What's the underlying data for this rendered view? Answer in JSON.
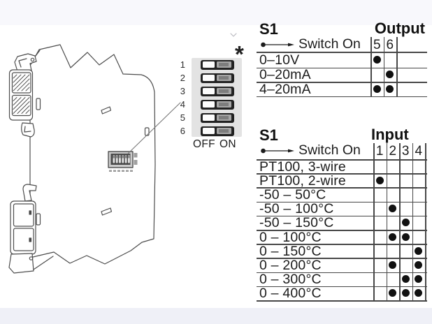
{
  "dip_panel": {
    "off_label": "OFF",
    "on_label": "ON",
    "asterisk_note": "*",
    "switches": [
      {
        "number": "1",
        "state": "off"
      },
      {
        "number": "2",
        "state": "off"
      },
      {
        "number": "3",
        "state": "off"
      },
      {
        "number": "4",
        "state": "off"
      },
      {
        "number": "5",
        "state": "off"
      },
      {
        "number": "6",
        "state": "off"
      }
    ]
  },
  "output_table": {
    "title": "S1",
    "header": "Output",
    "switch_on_label": "Switch On",
    "columns": [
      "5",
      "6"
    ],
    "rows": [
      {
        "label": "0–10V",
        "on_switches": [
          "5"
        ]
      },
      {
        "label": "0–20mA",
        "on_switches": [
          "6"
        ]
      },
      {
        "label": "4–20mA",
        "on_switches": [
          "5",
          "6"
        ]
      }
    ]
  },
  "input_table": {
    "title": "S1",
    "header": "Input",
    "switch_on_label": "Switch On",
    "columns": [
      "1",
      "2",
      "3",
      "4"
    ],
    "rows": [
      {
        "label": "PT100, 3-wire",
        "on_switches": []
      },
      {
        "label": "PT100, 2-wire",
        "on_switches": [
          "1"
        ]
      },
      {
        "label": "-50 – 50°C",
        "on_switches": []
      },
      {
        "label": "-50 – 100°C",
        "on_switches": [
          "2"
        ]
      },
      {
        "label": "-50 – 150°C",
        "on_switches": [
          "3"
        ]
      },
      {
        "label": "0 – 100°C",
        "on_switches": [
          "2",
          "3"
        ]
      },
      {
        "label": "0 – 150°C",
        "on_switches": [
          "4"
        ]
      },
      {
        "label": "0 – 200°C",
        "on_switches": [
          "2",
          "4"
        ]
      },
      {
        "label": "0 – 300°C",
        "on_switches": [
          "3",
          "4"
        ]
      },
      {
        "label": "0 – 400°C",
        "on_switches": [
          "2",
          "3",
          "4"
        ]
      }
    ]
  },
  "colors": {
    "panel_gray": "#e3e3e3",
    "grid_line": "#474747",
    "text": "#1c1c1c",
    "dot": "#111111"
  }
}
